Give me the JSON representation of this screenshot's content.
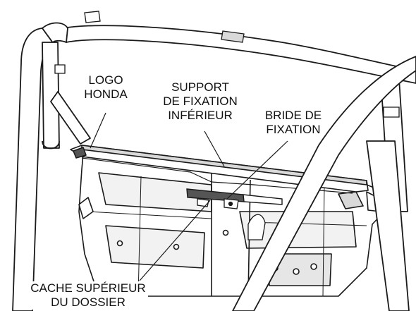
{
  "colors": {
    "line": "#1a1a1a",
    "fill": "#ffffff",
    "shade": "#d9d9d9",
    "dark": "#555555",
    "text": "#111111"
  },
  "labels": {
    "logo": {
      "line1": "LOGO",
      "line2": "HONDA"
    },
    "lower_support": {
      "line1": "SUPPORT",
      "line2": "DE FIXATION",
      "line3": "INFÉRIEUR"
    },
    "bracket": {
      "line1": "BRIDE DE",
      "line2": "FIXATION"
    },
    "upper_cover": {
      "line1": "CACHE SUPÉRIEUR",
      "line2": "DU DOSSIER"
    }
  }
}
